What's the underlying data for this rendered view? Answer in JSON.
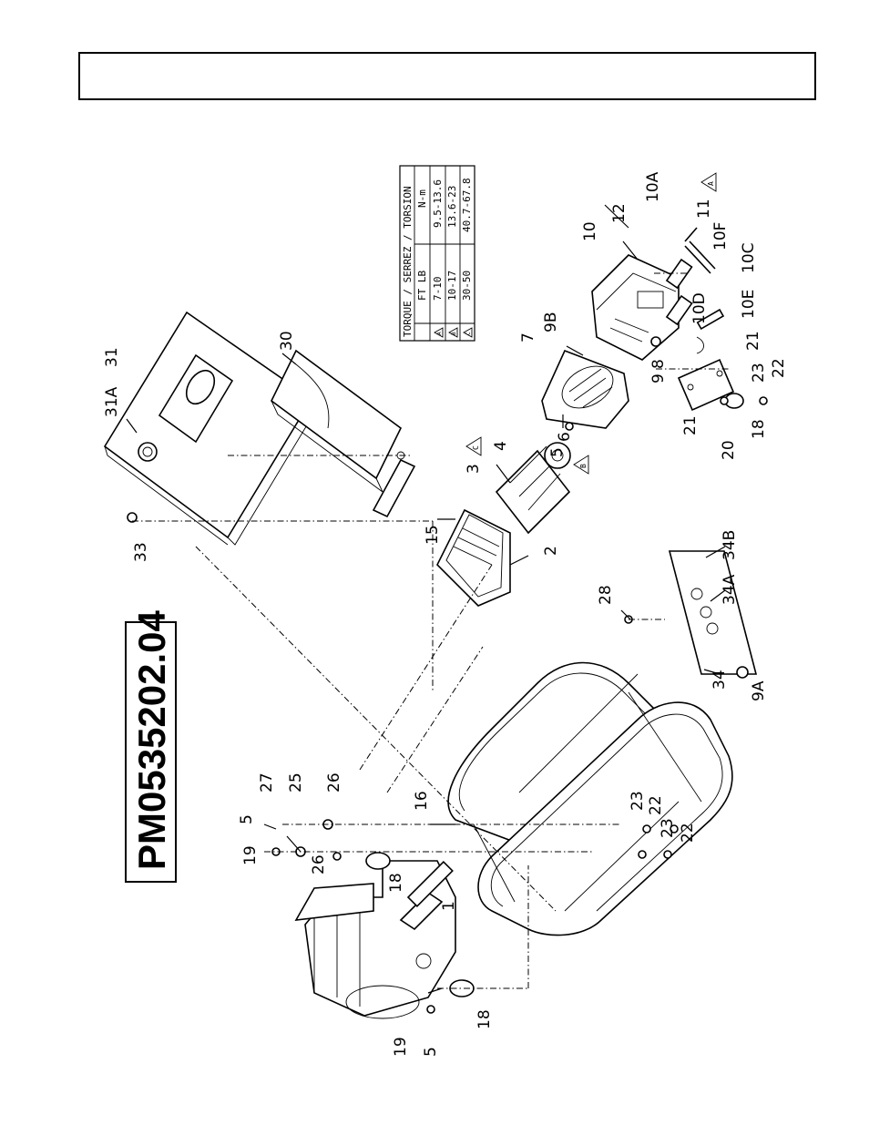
{
  "header": {
    "title": ""
  },
  "part_number": "PM0535202.04",
  "torque_table": {
    "title": "TORQUE / SERREZ / TORSION",
    "columns": [
      "",
      "FT LB",
      "N-m"
    ],
    "rows": [
      {
        "mark": "A",
        "ftlb": "7-10",
        "nm": "9.5-13.6"
      },
      {
        "mark": "B",
        "ftlb": "10-17",
        "nm": "13.6-23"
      },
      {
        "mark": "C",
        "ftlb": "30-50",
        "nm": "40.7-67.8"
      }
    ]
  },
  "callouts": {
    "c31A": "31A",
    "c31": "31",
    "c30": "30",
    "c33": "33",
    "c15": "15",
    "c3": "3",
    "c4": "4",
    "c2": "2",
    "c5a": "5",
    "c6": "6",
    "c7": "7",
    "c9B": "9B",
    "c9": "9",
    "c8": "8",
    "c10": "10",
    "c12": "12",
    "c10A": "10A",
    "c11": "11",
    "c10F": "10F",
    "c10C": "10C",
    "c10D": "10D",
    "c10E": "10E",
    "c21a": "21",
    "c21b": "21",
    "c23a": "23",
    "c22a": "22",
    "c18a": "18",
    "c20": "20",
    "c28": "28",
    "c34B": "34B",
    "c34A": "34A",
    "c34": "34",
    "c9A": "9A",
    "c16": "16",
    "c27": "27",
    "c25": "25",
    "c26a": "26",
    "c5b": "5",
    "c19a": "19",
    "c26b": "26",
    "c18b": "18",
    "c1": "1",
    "c23b": "23",
    "c22b": "22",
    "c23c": "23",
    "c22c": "22",
    "c19b": "19",
    "c5c": "5",
    "c18c": "18"
  },
  "tri_marks": {
    "t3": "C",
    "t6": "B",
    "t11": "A"
  }
}
